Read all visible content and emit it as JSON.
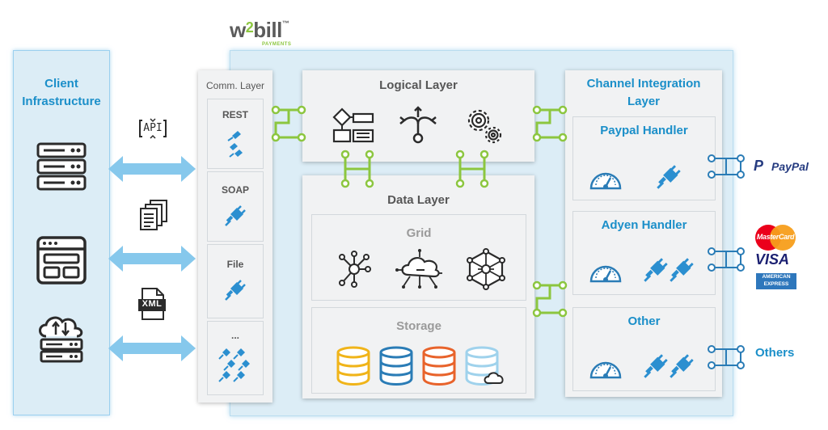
{
  "brand": {
    "name_left": "w",
    "name_mid": "2",
    "name_right": "bill",
    "tm": "™",
    "sub": "PAYMENTS"
  },
  "client": {
    "title": "Client Infrastructure"
  },
  "protocols": {
    "api": "API",
    "xml": "XML"
  },
  "comm_layer": {
    "title": "Comm. Layer",
    "items": [
      "REST",
      "SOAP",
      "File",
      "..."
    ]
  },
  "logical_layer": {
    "title": "Logical Layer"
  },
  "data_layer": {
    "title": "Data Layer",
    "grid": "Grid",
    "storage": "Storage"
  },
  "channel_layer": {
    "title": "Channel Integration Layer",
    "handlers": [
      "Paypal Handler",
      "Adyen Handler",
      "Other"
    ]
  },
  "providers": {
    "paypal": "PayPal",
    "mastercard": "MasterCard",
    "visa": "VISA",
    "amex_top": "AMERICAN",
    "amex_bottom": "EXPRESS",
    "others": "Others"
  },
  "colors": {
    "accent_blue": "#1b8fc9",
    "arrow_blue": "#86c8ec",
    "green": "#8cc63f",
    "frame_bg": "#dcedf6",
    "storage": [
      "#f0b419",
      "#2a7cb6",
      "#e8632b",
      "#9fd2ec"
    ]
  },
  "icons": [
    "api-icon",
    "documents-icon",
    "xml-file-icon",
    "server-rack-icon",
    "browser-window-icon",
    "cloud-server-icon",
    "plug-icon",
    "flowchart-icon",
    "split-arrows-icon",
    "gears-icon",
    "network-node-icon",
    "cloud-network-icon",
    "hexagon-network-icon",
    "database-icon",
    "gauge-icon",
    "loop-connector-icon"
  ]
}
